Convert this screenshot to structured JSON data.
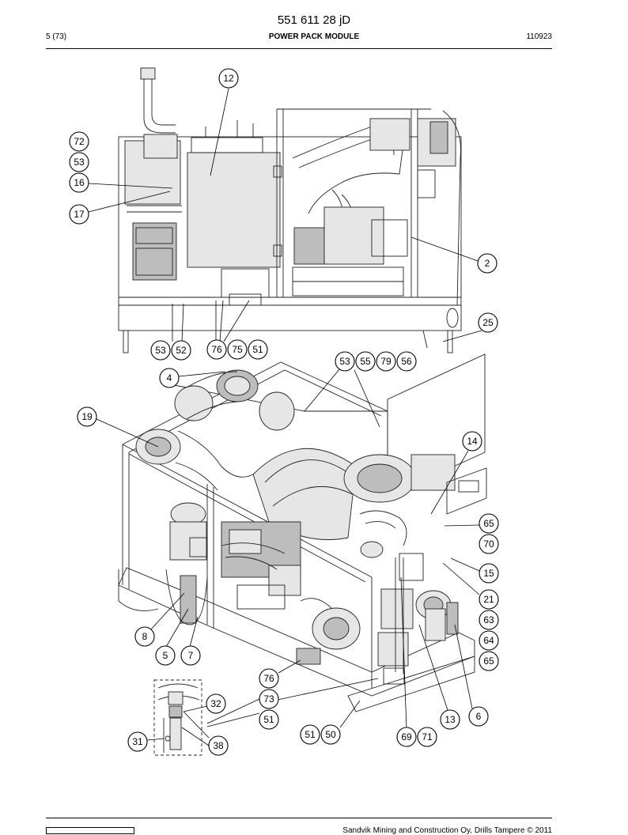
{
  "header": {
    "document_number": "551 611 28 jD",
    "page": "5 (73)",
    "title": "POWER PACK MODULE",
    "code": "110923"
  },
  "footer": {
    "copyright": "Sandvik Mining and Construction Oy, Drills Tampere © 2011"
  },
  "callouts": [
    "12",
    "72",
    "53",
    "16",
    "17",
    "2",
    "25",
    "53",
    "52",
    "76",
    "75",
    "51",
    "53",
    "55",
    "79",
    "56",
    "4",
    "19",
    "14",
    "65",
    "70",
    "15",
    "21",
    "63",
    "64",
    "65",
    "8",
    "5",
    "7",
    "76",
    "73",
    "51",
    "32",
    "31",
    "38",
    "51",
    "50",
    "69",
    "71",
    "13",
    "6"
  ]
}
